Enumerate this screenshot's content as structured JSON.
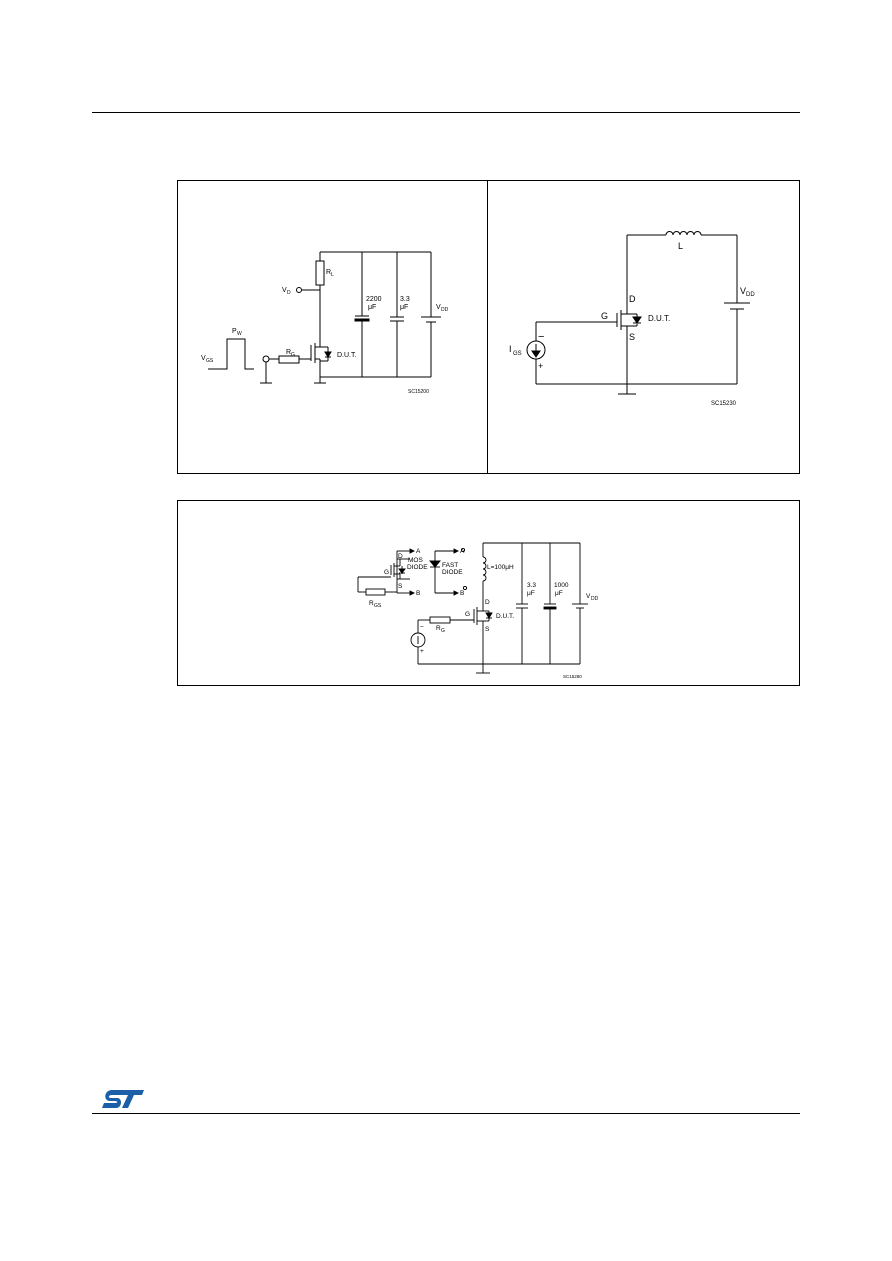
{
  "colors": {
    "logo": "#1a5fa8",
    "line": "#000000"
  },
  "fig_switching": {
    "code": "SC15200",
    "labels": {
      "vd": "V",
      "vd_sub": "D",
      "rl": "R",
      "rl_sub": "L",
      "cap1_value": "2200",
      "cap1_unit": "μF",
      "cap2_value": "3.3",
      "cap2_unit": "μF",
      "vdd": "V",
      "vdd_sub": "DD",
      "pulse": "P",
      "pulse_sub": "W",
      "vgs": "V",
      "vgs_sub": "GS",
      "rg": "R",
      "rg_sub": "G",
      "dut": "D.U.T."
    }
  },
  "fig_gate_charge": {
    "code": "SC15230",
    "labels": {
      "l": "L",
      "vdd": "V",
      "vdd_sub": "DD",
      "d": "D",
      "g": "G",
      "s": "S",
      "dut": "D.U.T.",
      "igs": "I",
      "igs_sub": "GS",
      "minus": "−",
      "plus": "+"
    }
  },
  "fig_diode": {
    "code": "SC15280",
    "labels": {
      "a": "A",
      "b": "B",
      "d": "D",
      "g": "G",
      "s": "S",
      "mos_diode": "MOS",
      "mos_diode_2": "DIODE",
      "fast_diode": "FAST",
      "fast_diode_2": "DIODE",
      "inductor": "L=100μH",
      "rgs": "R",
      "rgs_sub": "GS",
      "rg": "R",
      "rg_sub": "G",
      "dut": "D.U.T.",
      "cap1_value": "3.3",
      "cap1_unit": "μF",
      "cap2_value": "1000",
      "cap2_unit": "μF",
      "vdd": "V",
      "vdd_sub": "DD",
      "minus": "−",
      "plus": "+"
    }
  },
  "logo": {
    "name": "st-logo"
  }
}
